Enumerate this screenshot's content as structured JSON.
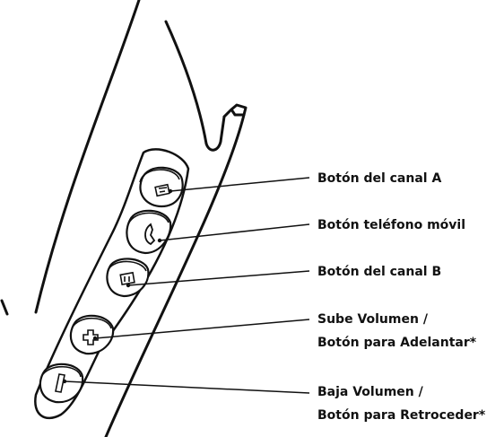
{
  "labels": {
    "channel_a": "Botón del canal A",
    "mobile": "Botón teléfono móvil",
    "channel_b": "Botón del canal B",
    "vol_up_line1": "Sube Volumen /",
    "vol_up_line2": "Botón para Adelantar*",
    "vol_down_line1": "Baja Volumen /",
    "vol_down_line2": "Botón para Retroceder*"
  },
  "colors": {
    "ink": "#111111",
    "paper": "#ffffff"
  },
  "icons": [
    "channel-a-icon",
    "phone-handset-icon",
    "channel-b-icon",
    "plus-icon",
    "minus-icon"
  ]
}
